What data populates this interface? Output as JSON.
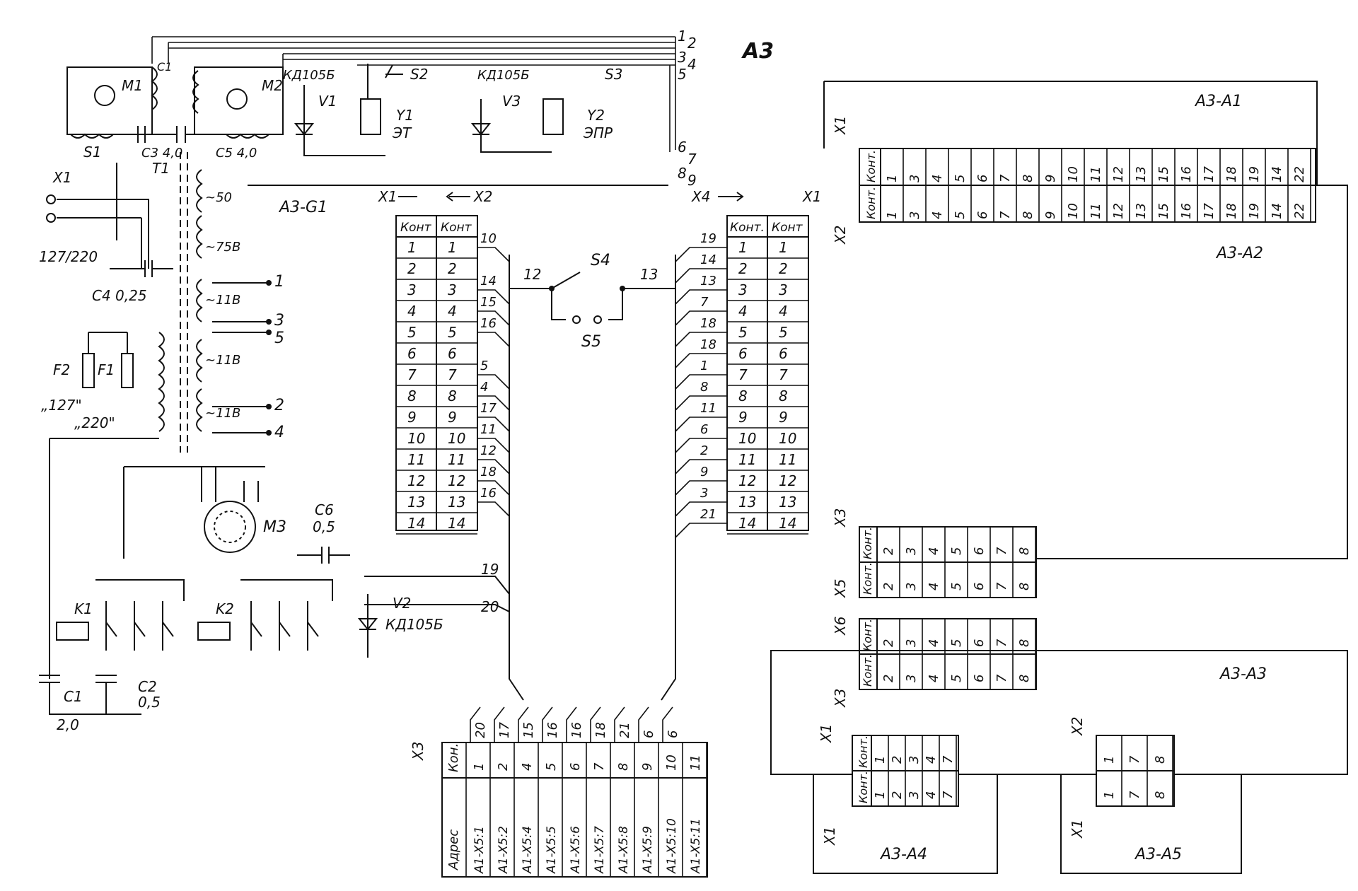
{
  "diagram": {
    "title": "A3",
    "blocks": {
      "g1": "A3-G1",
      "a1": "A3-A1",
      "a2": "A3-A2",
      "a3": "A3-A3",
      "a4": "A3-A4",
      "a5": "A3-A5"
    },
    "components": {
      "m1": "M1",
      "m2": "M2",
      "m3": "M3",
      "s1": "S1",
      "s2": "S2",
      "s3": "S3",
      "s4": "S4",
      "s5": "S5",
      "t1": "T1",
      "v1": "V1",
      "v2": "V2",
      "v3": "V3",
      "y1": "Y1",
      "y2": "Y2",
      "y1_type": "ЭТ",
      "y2_type": "ЭПР",
      "diode_type": "КД105Б",
      "k1": "K1",
      "k2": "K2",
      "c1": "C1",
      "c1_val": "2,0",
      "c2": "C2",
      "c2_val": "0,5",
      "c3": "C3 4,0",
      "c4": "C4 0,25",
      "c5": "C5 4,0",
      "c6": "C6",
      "c6_val": "0,5",
      "f1": "F1",
      "f2": "F2",
      "f2_label": "„127\"",
      "f1_label": "„220\"",
      "mains": "127/220",
      "x1": "X1"
    },
    "transformer_windings": [
      "~50",
      "~75B",
      "~11B",
      "~11B",
      "~11B"
    ],
    "connector_labels": {
      "x1": "X1",
      "x2": "X2",
      "x3": "X3",
      "x4": "X4",
      "x5": "X5",
      "x6": "X6"
    },
    "g1_table": {
      "headers": [
        "Конт",
        "Конт"
      ],
      "rows": [
        "1",
        "2",
        "3",
        "4",
        "5",
        "6",
        "7",
        "8",
        "9",
        "10",
        "11",
        "12",
        "13",
        "14"
      ],
      "right_wires": [
        "10",
        "",
        "14",
        "15",
        "16",
        "",
        "5",
        "4",
        "17",
        "11",
        "12",
        "18",
        "16",
        ""
      ]
    },
    "x4_table": {
      "headers": [
        "Конт.",
        "Конт"
      ],
      "rows": [
        "1",
        "2",
        "3",
        "4",
        "5",
        "6",
        "7",
        "8",
        "9",
        "10",
        "11",
        "12",
        "13",
        "14"
      ],
      "left_wires": [
        "19",
        "14",
        "13",
        "7",
        "18",
        "18",
        "1",
        "8",
        "11",
        "6",
        "2",
        "9",
        "3",
        "21"
      ]
    },
    "a1_x1_pins": [
      "1",
      "3",
      "4",
      "5",
      "6",
      "7",
      "8",
      "9",
      "10",
      "11",
      "12",
      "13",
      "15",
      "16",
      "17",
      "18",
      "19",
      "14",
      "22"
    ],
    "x3_pins": [
      "2",
      "3",
      "4",
      "5",
      "6",
      "7",
      "8"
    ],
    "a4_pins": [
      "1",
      "2",
      "3",
      "4",
      "7"
    ],
    "a5_pins": [
      "1",
      "7",
      "8"
    ],
    "bottom_x3": {
      "wire_labels": [
        "20",
        "17",
        "15",
        "16",
        "16",
        "18",
        "21",
        "6",
        "6"
      ],
      "kon_label": "Кон.",
      "kon": [
        "1",
        "2",
        "4",
        "5",
        "6",
        "7",
        "8",
        "9",
        "10",
        "11"
      ],
      "adres_label": "Адрес",
      "adres": [
        "A1-X5:1",
        "A1-X5:2",
        "A1-X5:4",
        "A1-X5:5",
        "A1-X5:6",
        "A1-X5:7",
        "A1-X5:8",
        "A1-X5:9",
        "A1-X5:10",
        "A1-X5:11"
      ]
    },
    "wire_numbers_top": [
      "1",
      "2",
      "3",
      "4",
      "5",
      "6",
      "7",
      "8",
      "9"
    ],
    "switch_nodes": [
      "12",
      "13"
    ],
    "relay_wires": [
      "19",
      "20"
    ],
    "terminal_numbers": [
      "1",
      "3",
      "5",
      "2",
      "4"
    ]
  }
}
